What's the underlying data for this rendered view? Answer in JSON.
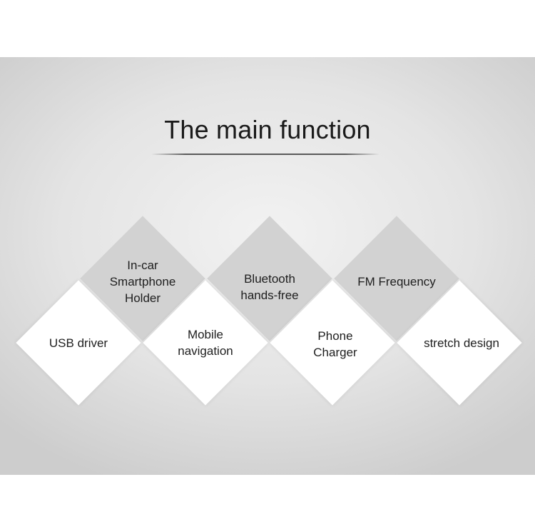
{
  "title": "The main function",
  "functions_top": [
    {
      "label": "In-car\nSmartphone\nHolder"
    },
    {
      "label": "Bluetooth\nhands-free"
    },
    {
      "label": "FM Frequency"
    }
  ],
  "functions_bottom": [
    {
      "label": "USB driver"
    },
    {
      "label": "Mobile\nnavigation"
    },
    {
      "label": "Phone\nCharger"
    },
    {
      "label": "stretch design"
    }
  ]
}
